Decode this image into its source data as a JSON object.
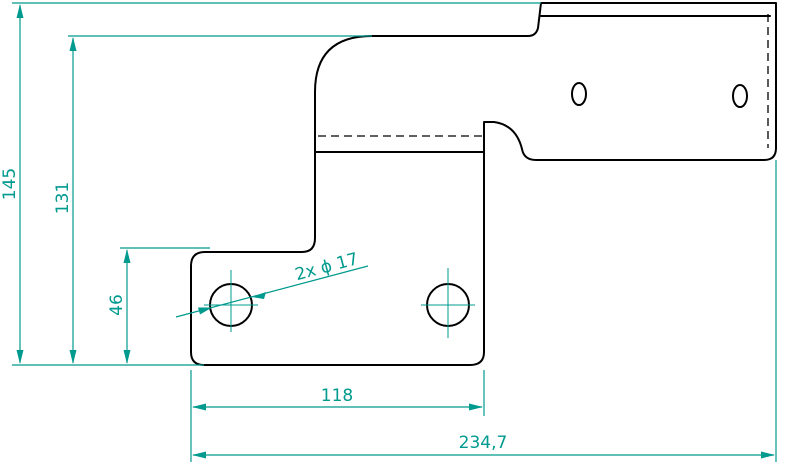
{
  "drawing": {
    "colors": {
      "part_outline": "#000000",
      "dimension": "#009a8e",
      "background": "#ffffff"
    },
    "dimensions": {
      "total_height": "145",
      "upper_height": "131",
      "lower_height": "46",
      "hole_spec": "2x ϕ 17",
      "flange_width": "118",
      "total_width": "234,7"
    }
  }
}
